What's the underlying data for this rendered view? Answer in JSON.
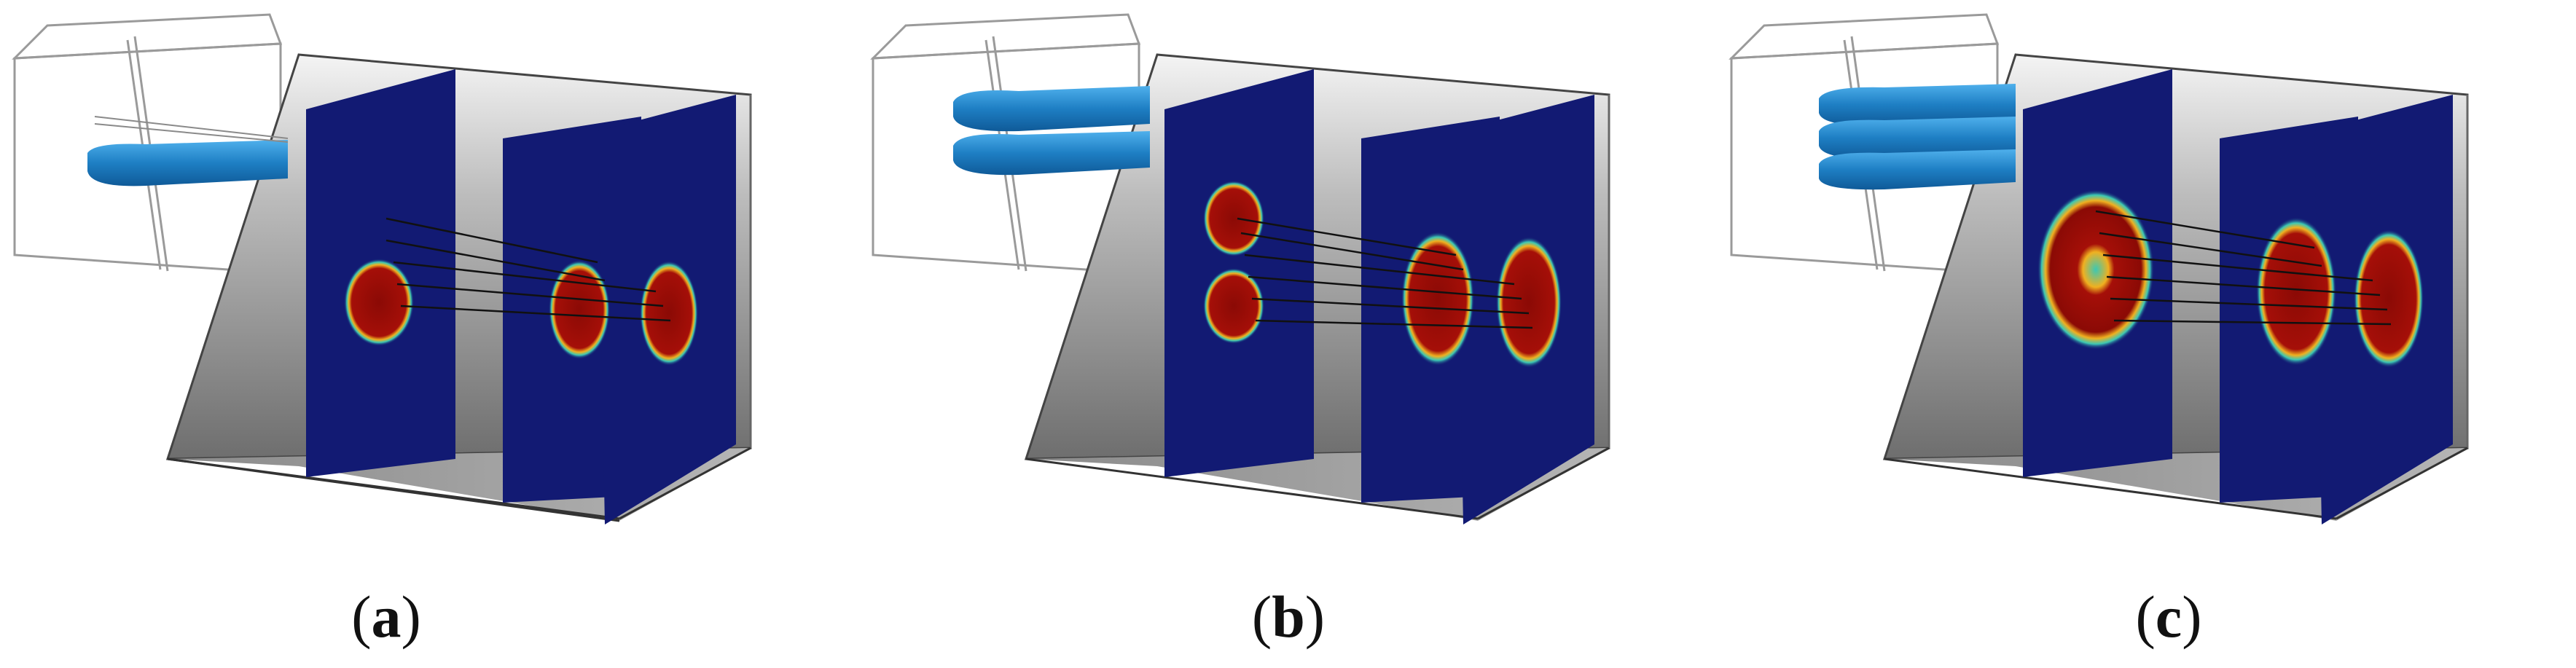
{
  "panels": [
    {
      "id": "a",
      "label": "a"
    },
    {
      "id": "b",
      "label": "b"
    },
    {
      "id": "c",
      "label": "c"
    }
  ],
  "colors": {
    "slice_background": "#121a73",
    "hot_core": "#8b0a05",
    "jet_surface": "#1e7fc4",
    "box_shadow": "#8c8c8c"
  }
}
